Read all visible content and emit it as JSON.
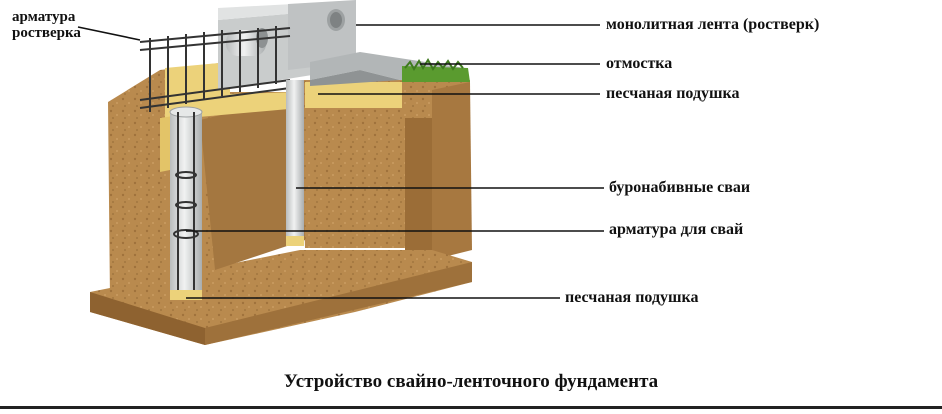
{
  "labels": {
    "top_left_line1": "арматура",
    "top_left_line2": "ростверка",
    "monolith": "монолитная лента (ростверк)",
    "otmostka": "отмостка",
    "sand_top": "песчаная подушка",
    "piles": "буронабивные сваи",
    "pile_rebar": "арматура для свай",
    "sand_bottom": "песчаная подушка"
  },
  "caption": "Устройство свайно-ленточного фундамента",
  "colors": {
    "soil": "#b98a4e",
    "soil_dark": "#8e6230",
    "sand": "#ecd27a",
    "concrete": "#c9cccc",
    "concrete_dark": "#9da1a2",
    "grass": "#5a9b2f",
    "rebar": "#333333",
    "leader": "#111111"
  }
}
